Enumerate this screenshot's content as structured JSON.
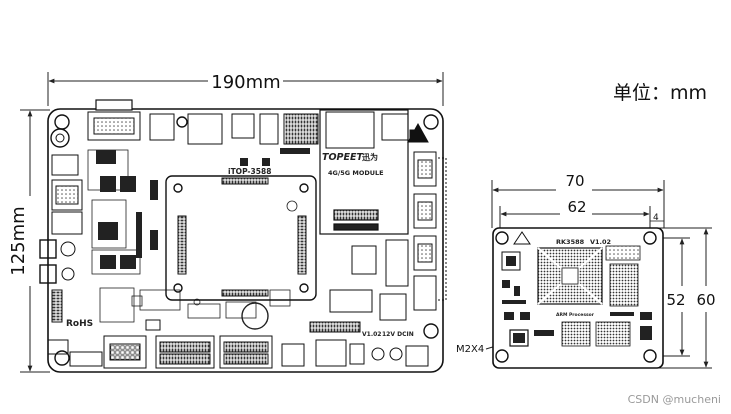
{
  "unit": {
    "label": "单位：mm"
  },
  "carrier_board": {
    "width_label": "190mm",
    "height_label": "125mm",
    "silkscreen": {
      "model": "iTOP-3588",
      "brand": "TOPEET",
      "brand_cn": "迅为",
      "module": "4G/5G MODULE",
      "rohs": "RoHS",
      "version": "V1.02",
      "power": "12V DCIN"
    }
  },
  "core_board": {
    "width_outer_label": "70",
    "width_inner_label": "62",
    "edge_offset_label": "4",
    "height_inner_label": "52",
    "height_outer_label": "60",
    "screw_label": "M2X4",
    "silkscreen": {
      "model": "RK3588",
      "version": "V1.02",
      "processor": "ARM Processor"
    }
  },
  "watermark": "CSDN @mucheni"
}
